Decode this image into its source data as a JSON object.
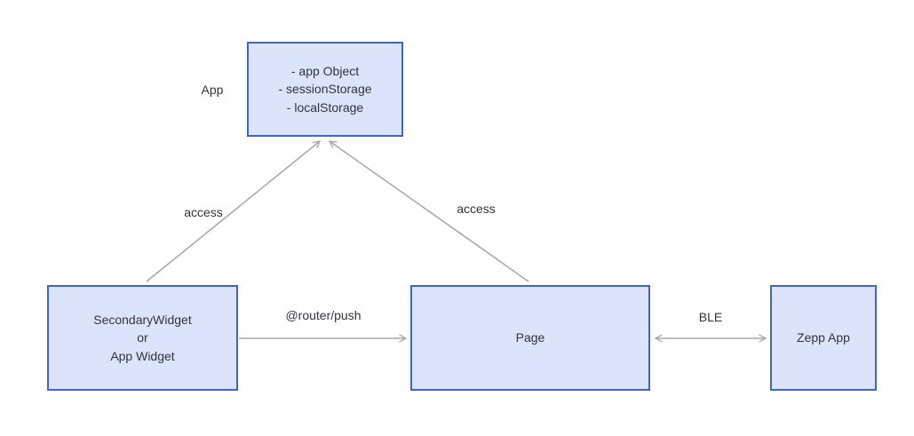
{
  "colors": {
    "node_fill": "#dbe4fa",
    "node_border": "#4262cd",
    "arrow": "#a8a9ac",
    "text": "#32343d",
    "background": "#ffffff"
  },
  "nodes": {
    "app": {
      "external_label": "App",
      "lines": [
        "- app Object",
        "- sessionStorage",
        "- localStorage"
      ]
    },
    "secondary_widget": {
      "lines": [
        "SecondaryWidget",
        "or",
        "App Widget"
      ]
    },
    "page": {
      "label": "Page"
    },
    "zepp_app": {
      "label": "Zepp App"
    }
  },
  "edges": {
    "widget_to_app": {
      "label": "access"
    },
    "page_to_app": {
      "label": "access"
    },
    "widget_to_page": {
      "label": "@router/push"
    },
    "page_to_zepp": {
      "label": "BLE"
    }
  }
}
